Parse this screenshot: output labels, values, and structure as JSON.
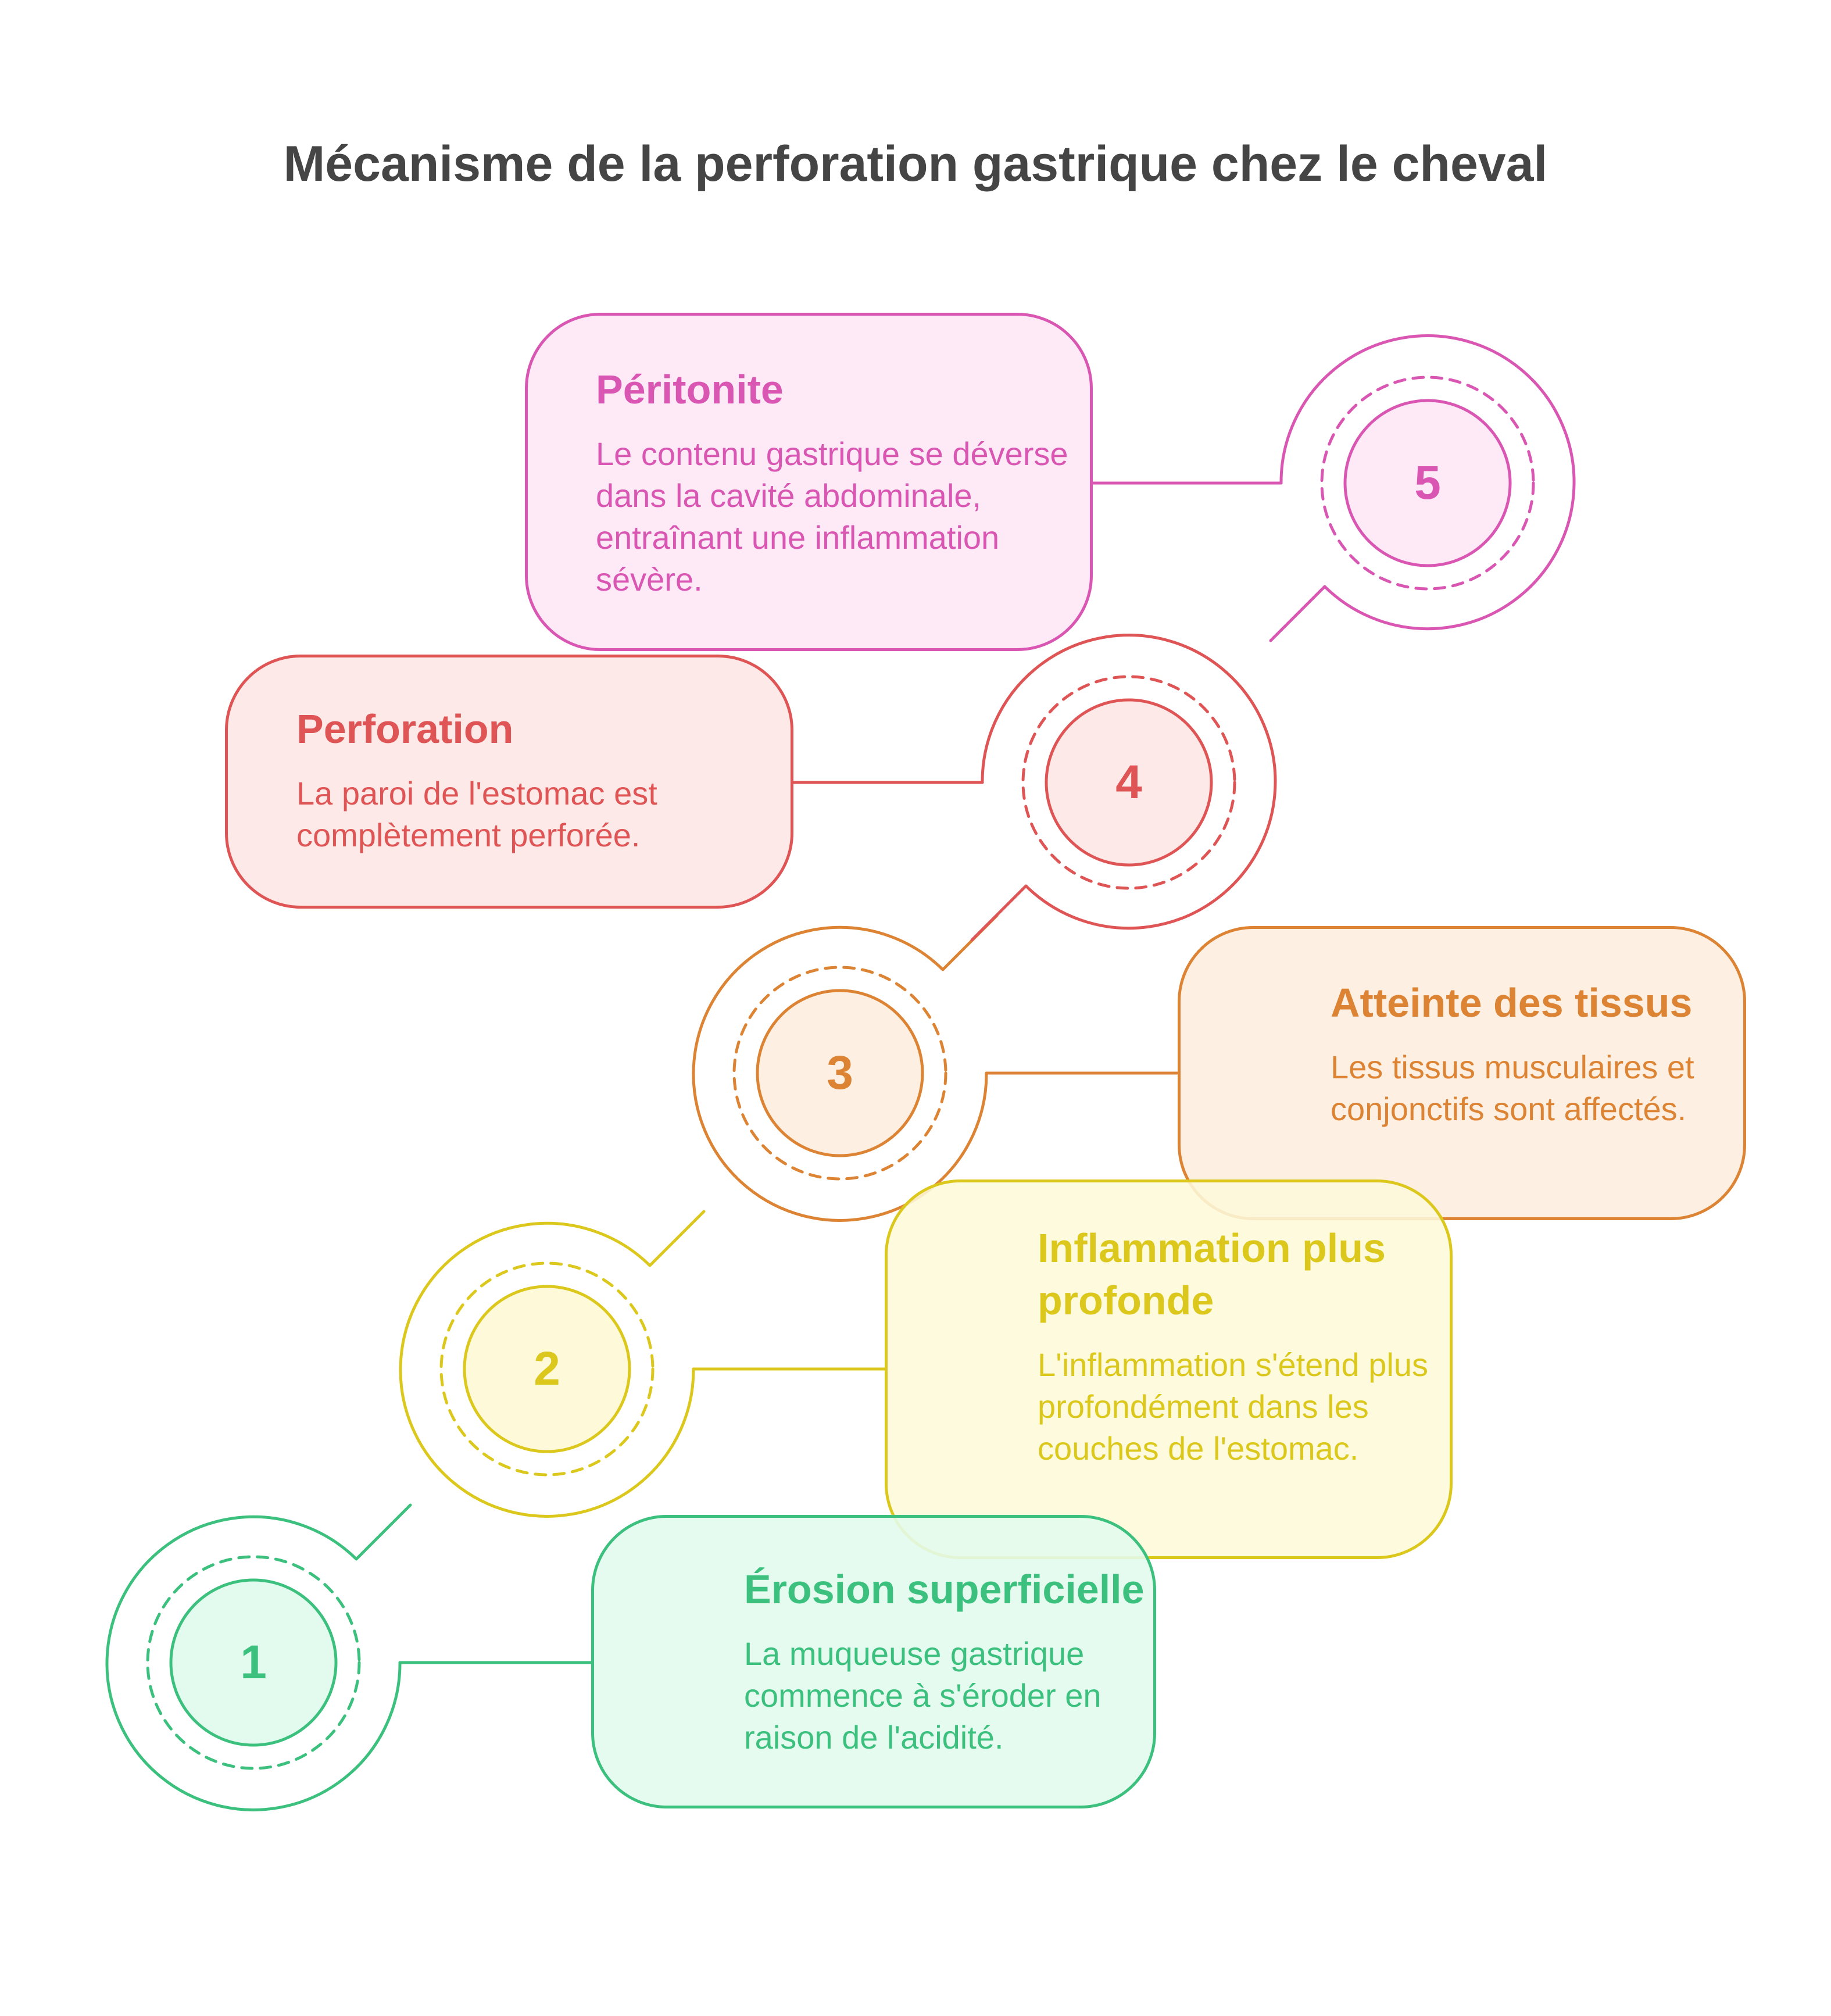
{
  "title": "Mécanisme de la perforation gastrique chez le cheval",
  "steps": [
    {
      "number": "1",
      "title": "Érosion superficielle",
      "description": "La muqueuse gastrique commence à s'éroder en raison de l'acidité.",
      "color": "#3cc07e",
      "fill": "#e2fbee"
    },
    {
      "number": "2",
      "title": "Inflammation plus profonde",
      "description": "L'inflammation s'étend plus profondément dans les couches de l'estomac.",
      "color": "#dcc81c",
      "fill": "#fdf9d9"
    },
    {
      "number": "3",
      "title": "Atteinte des tissus",
      "description": "Les tissus musculaires et conjonctifs sont affectés.",
      "color": "#dc8434",
      "fill": "#fdefe2"
    },
    {
      "number": "4",
      "title": "Perforation",
      "description": "La paroi de l'estomac est complètement perforée.",
      "color": "#df5454",
      "fill": "#fde9e8"
    },
    {
      "number": "5",
      "title": "Péritonite",
      "description": "Le contenu gastrique se déverse dans la cavité abdominale, entraînant une inflammation sévère.",
      "color": "#d957b3",
      "fill": "#fdeaf6"
    }
  ]
}
